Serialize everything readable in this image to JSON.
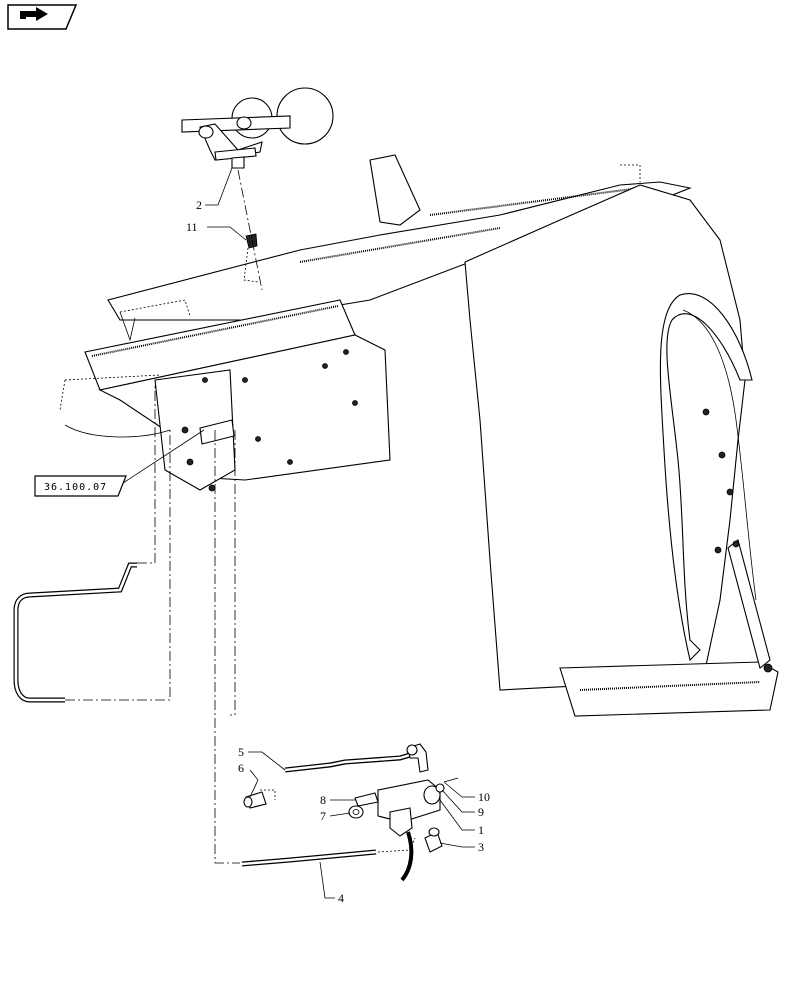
{
  "nav": {
    "icon": "back-arrow-icon"
  },
  "reference": {
    "label": "36.100.07"
  },
  "callouts": [
    {
      "id": "callout-2",
      "label": "2"
    },
    {
      "id": "callout-11",
      "label": "11"
    },
    {
      "id": "callout-5",
      "label": "5"
    },
    {
      "id": "callout-6",
      "label": "6"
    },
    {
      "id": "callout-8",
      "label": "8"
    },
    {
      "id": "callout-7",
      "label": "7"
    },
    {
      "id": "callout-10",
      "label": "10"
    },
    {
      "id": "callout-9",
      "label": "9"
    },
    {
      "id": "callout-1",
      "label": "1"
    },
    {
      "id": "callout-3",
      "label": "3"
    },
    {
      "id": "callout-4",
      "label": "4"
    }
  ]
}
